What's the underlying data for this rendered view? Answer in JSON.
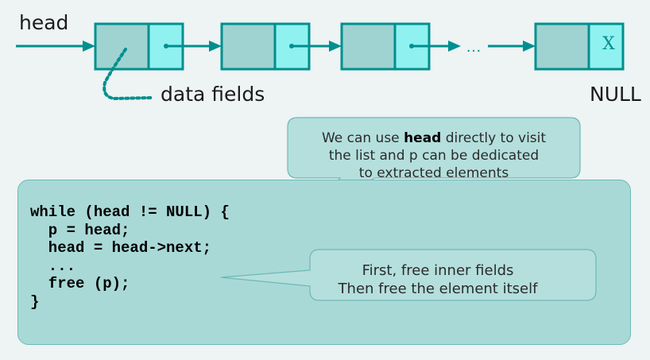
{
  "list": {
    "head_label": "head",
    "data_fields_label": "data fields",
    "null_label": "NULL",
    "ellipsis": "…",
    "null_marker": "X"
  },
  "code": {
    "lines": [
      "while (head != NULL) {",
      "  p = head;",
      "  head = head->next;",
      "  ...",
      "  free (p);",
      "}"
    ]
  },
  "callouts": {
    "head_note": {
      "prefix": "We can use ",
      "bold": "head",
      "suffix": " directly to visit",
      "line2": "the list and p can be dedicated",
      "line3": "to extracted elements"
    },
    "free_note": {
      "line1": "First, free inner fields",
      "line2": "Then free the element itself"
    }
  },
  "colors": {
    "node_data": "#9fd3d1",
    "node_pointer": "#8ff2f0",
    "stroke": "#008f8f",
    "code_bg": "#a9d9d7",
    "bubble_bg": "#b4dfdd"
  }
}
